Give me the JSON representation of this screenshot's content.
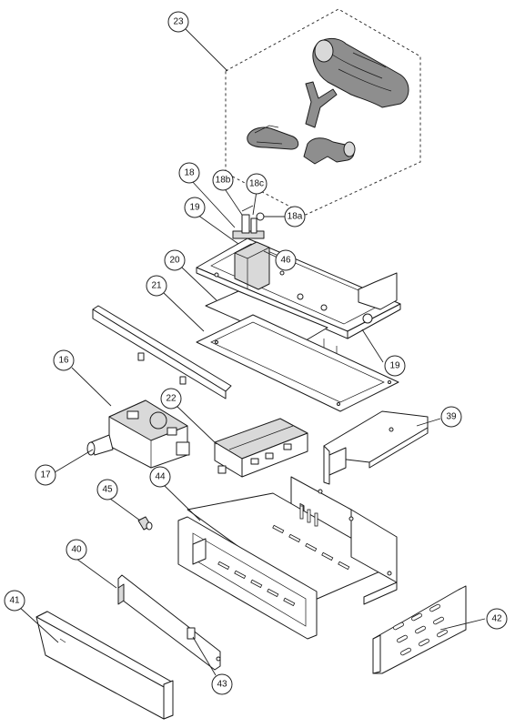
{
  "callouts": {
    "c23": "23",
    "c18": "18",
    "c18b": "18b",
    "c18c": "18c",
    "c18a": "18a",
    "c19_top": "19",
    "c46": "46",
    "c20": "20",
    "c21": "21",
    "c19_bottom": "19",
    "c16": "16",
    "c22": "22",
    "c39": "39",
    "c17": "17",
    "c44": "44",
    "c45": "45",
    "c40": "40",
    "c41": "41",
    "c42": "42",
    "c43": "43"
  },
  "colors": {
    "line": "#1a1a1a",
    "log_fill": "#9a9a9a",
    "panel_fill": "#ffffff",
    "grey_fill": "#d9d9d9"
  }
}
